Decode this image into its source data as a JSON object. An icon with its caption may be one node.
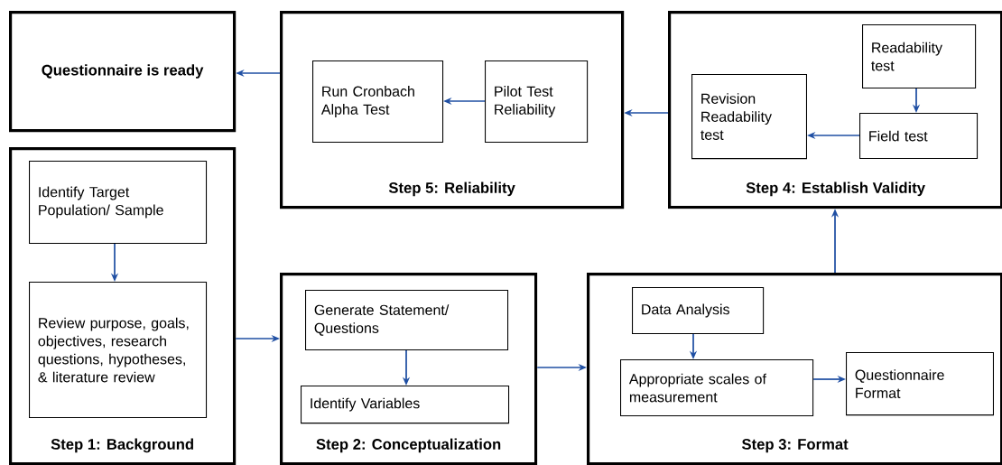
{
  "diagram": {
    "nodes": [
      {
        "text": [
          "Questionnaire is ready"
        ]
      },
      {
        "text": [
          "Step 1: Background"
        ]
      },
      {
        "text": [
          "Identify Target Population/ Sample"
        ],
        "in": 1
      },
      {
        "text": [
          "Review purpose, goals, objectives, research questions, hypotheses, & literature review"
        ],
        "in": 1
      },
      {
        "text": [
          "Step 2: Conceptualization"
        ]
      },
      {
        "text": [
          "Generate Statement/ Questions"
        ],
        "in": 4
      },
      {
        "text": [
          "Identify Variables"
        ],
        "in": 4
      },
      {
        "text": [
          "Step 3: Format"
        ]
      },
      {
        "text": [
          "Data Analysis"
        ],
        "in": 7
      },
      {
        "text": [
          "Appropriate scales of measurement"
        ],
        "in": 7
      },
      {
        "text": [
          "Questionnaire Format"
        ],
        "in": 7
      },
      {
        "text": [
          "Step 4: Establish Validity"
        ]
      },
      {
        "text": [
          "Readability test"
        ],
        "in": 11
      },
      {
        "text": [
          "Revision Readability test"
        ],
        "in": 11
      },
      {
        "text": [
          "Field test"
        ],
        "in": 11
      },
      {
        "text": [
          "Step 5: Reliability"
        ]
      },
      {
        "text": [
          "Run Cronbach Alpha Test"
        ],
        "in": 15
      },
      {
        "text": [
          "Pilot Test Reliability"
        ],
        "in": 15
      }
    ],
    "edges": [
      {
        "from": 2,
        "to": 3,
        "arrow": "to"
      },
      {
        "from": 1,
        "to": 4,
        "arrow": "to"
      },
      {
        "from": 5,
        "to": 6,
        "arrow": "to"
      },
      {
        "from": 4,
        "to": 7,
        "arrow": "to"
      },
      {
        "from": 8,
        "to": 9,
        "arrow": "to"
      },
      {
        "from": 9,
        "to": 10,
        "arrow": "to"
      },
      {
        "from": 7,
        "to": 11,
        "arrow": "to"
      },
      {
        "from": 12,
        "to": 14,
        "arrow": "to"
      },
      {
        "from": 14,
        "to": 13,
        "arrow": "to"
      },
      {
        "from": 11,
        "to": 15,
        "arrow": "to"
      },
      {
        "from": 17,
        "to": 16,
        "arrow": "to"
      },
      {
        "from": 15,
        "to": 0,
        "arrow": "to"
      }
    ]
  }
}
